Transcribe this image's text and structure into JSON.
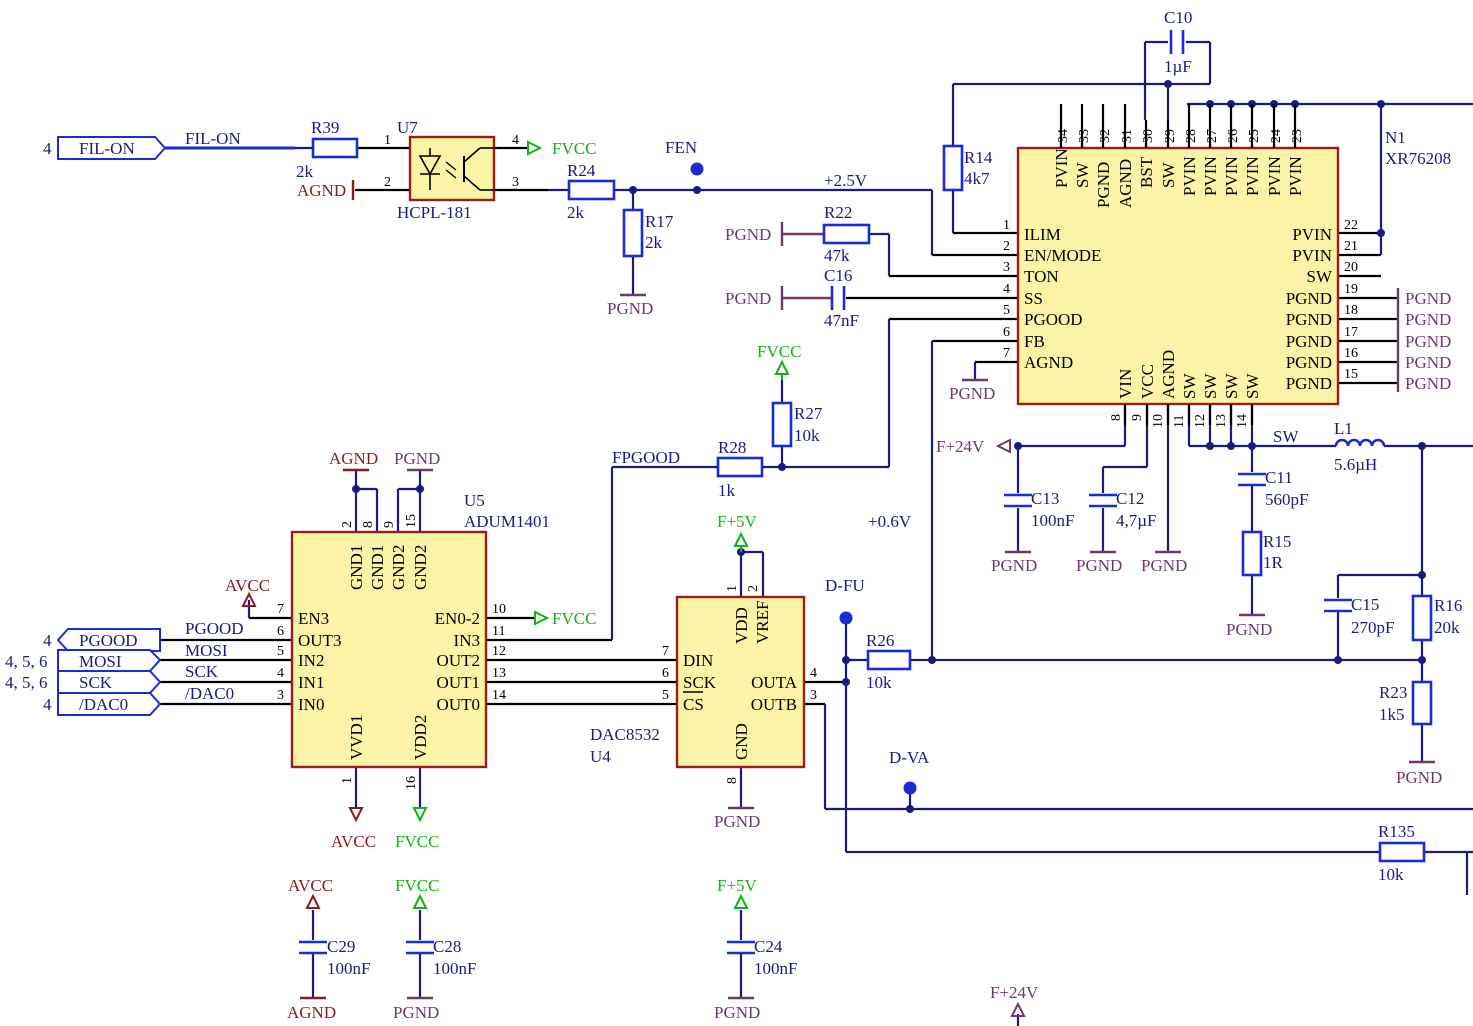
{
  "parts": {
    "n1": {
      "ref": "N1",
      "value": "XR76208"
    },
    "u5": {
      "ref": "U5",
      "value": "ADUM1401"
    },
    "u4": {
      "ref": "U4",
      "value": "DAC8532"
    },
    "u7": {
      "ref": "U7",
      "value": "HCPL-181"
    },
    "r39": {
      "ref": "R39",
      "value": "2k"
    },
    "r24": {
      "ref": "R24",
      "value": "2k"
    },
    "r17": {
      "ref": "R17",
      "value": "2k"
    },
    "r14": {
      "ref": "R14",
      "value": "4k7"
    },
    "r22": {
      "ref": "R22",
      "value": "47k"
    },
    "c16": {
      "ref": "C16",
      "value": "47nF"
    },
    "c10": {
      "ref": "C10",
      "value": "1µF"
    },
    "r27": {
      "ref": "R27",
      "value": "10k"
    },
    "r28": {
      "ref": "R28",
      "value": "1k"
    },
    "r26": {
      "ref": "R26",
      "value": "10k"
    },
    "r135": {
      "ref": "R135",
      "value": "10k"
    },
    "r15": {
      "ref": "R15",
      "value": "1R"
    },
    "r16": {
      "ref": "R16",
      "value": "20k"
    },
    "r23": {
      "ref": "R23",
      "value": "1k5"
    },
    "c11": {
      "ref": "C11",
      "value": "560pF"
    },
    "c12": {
      "ref": "C12",
      "value": "4,7µF"
    },
    "c13": {
      "ref": "C13",
      "value": "100nF"
    },
    "c15": {
      "ref": "C15",
      "value": "270pF"
    },
    "c24": {
      "ref": "C24",
      "value": "100nF"
    },
    "c28": {
      "ref": "C28",
      "value": "100nF"
    },
    "c29": {
      "ref": "C29",
      "value": "100nF"
    },
    "l1": {
      "ref": "L1",
      "value": "5.6µH"
    }
  },
  "n1_top_pins": {
    "nums": [
      "34",
      "33",
      "32",
      "31",
      "30",
      "29",
      "28",
      "27",
      "26",
      "25",
      "24",
      "23"
    ],
    "names": [
      "PVIN",
      "SW",
      "PGND",
      "AGND",
      "BST",
      "SW",
      "PVIN",
      "PVIN",
      "PVIN",
      "PVIN",
      "PVIN",
      "PVIN"
    ]
  },
  "n1_left_pins": {
    "nums": [
      "1",
      "2",
      "3",
      "4",
      "5",
      "6",
      "7"
    ],
    "names": [
      "ILIM",
      "EN/MODE",
      "TON",
      "SS",
      "PGOOD",
      "FB",
      "AGND"
    ]
  },
  "n1_right_pins": {
    "nums": [
      "22",
      "21",
      "20",
      "19",
      "18",
      "17",
      "16",
      "15"
    ],
    "names": [
      "PVIN",
      "PVIN",
      "SW",
      "PGND",
      "PGND",
      "PGND",
      "PGND",
      "PGND"
    ]
  },
  "n1_bottom_pins": {
    "nums": [
      "8",
      "9",
      "10",
      "11",
      "12",
      "13",
      "14"
    ],
    "names": [
      "VIN",
      "VCC",
      "AGND",
      "SW",
      "SW",
      "SW",
      "SW"
    ]
  },
  "u5_top_pins": {
    "nums": [
      "2",
      "8",
      "9",
      "15"
    ],
    "names": [
      "GND1",
      "GND1",
      "GND2",
      "GND2"
    ]
  },
  "u5_left_pins": {
    "nums": [
      "7",
      "6",
      "5",
      "4",
      "3"
    ],
    "names": [
      "EN3",
      "OUT3",
      "IN2",
      "IN1",
      "IN0"
    ]
  },
  "u5_right_pins": {
    "nums": [
      "10",
      "11",
      "12",
      "13",
      "14"
    ],
    "names": [
      "EN0-2",
      "IN3",
      "OUT2",
      "OUT1",
      "OUT0"
    ]
  },
  "u5_bottom_pins": {
    "nums": [
      "1",
      "16"
    ],
    "names": [
      "VVD1",
      "VDD2"
    ]
  },
  "u4_pins": {
    "top_nums": [
      "1",
      "2"
    ],
    "top_names": [
      "VDD",
      "VREF"
    ],
    "left_nums": [
      "7",
      "6",
      "5"
    ],
    "left_names": [
      "DIN",
      "SCK",
      "CS"
    ],
    "right_nums": [
      "4",
      "3"
    ],
    "right_names": [
      "OUTA",
      "OUTB"
    ],
    "bottom_num": "8",
    "bottom_name": "GND"
  },
  "u7_pins": {
    "p1": "1",
    "p2": "2",
    "p3": "3",
    "p4": "4"
  },
  "ports": {
    "fil_on": {
      "label": "FIL-ON",
      "sheet": "4"
    },
    "pgood": {
      "label": "PGOOD",
      "sheet": "4"
    },
    "mosi": {
      "label": "MOSI",
      "sheet": "4, 5, 6"
    },
    "sck": {
      "label": "SCK",
      "sheet": "4, 5, 6"
    },
    "dac0": {
      "label": "/DAC0",
      "sheet": "4"
    }
  },
  "nets": {
    "fil_on": "FIL-ON",
    "fen": "FEN",
    "v25": "+2.5V",
    "fpgood": "FPGOOD",
    "v06": "+0.6V",
    "dfu": "D-FU",
    "dva": "D-VA",
    "sw": "SW",
    "pgood": "PGOOD",
    "mosi": "MOSI",
    "sck": "SCK",
    "dac0": "/DAC0"
  },
  "power": {
    "fvcc": "FVCC",
    "agnd": "AGND",
    "pgnd": "PGND",
    "avcc": "AVCC",
    "f5v": "F+5V",
    "f24v": "F+24V"
  },
  "colors": {
    "wire": "#1a1a80",
    "component": "#1b2bd6",
    "ic_body": "#fbf4a6",
    "ic_border": "#9b1c1c",
    "pgnd": "#6b3a6b",
    "agnd": "#8b1a1a",
    "fvcc": "#13b313"
  }
}
